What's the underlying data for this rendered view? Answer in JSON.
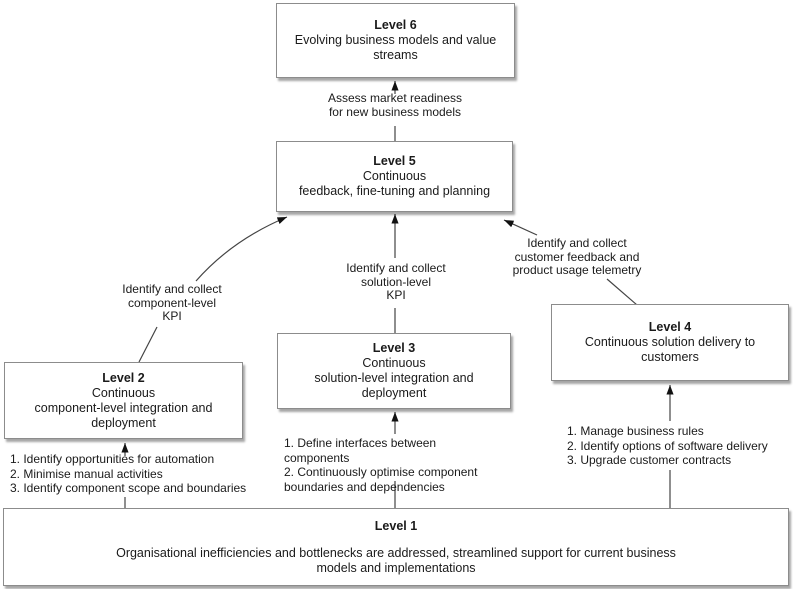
{
  "diagram": {
    "boxes": {
      "level6": {
        "title": "Level 6",
        "body": "Evolving business models and value streams"
      },
      "level5": {
        "title": "Level 5",
        "lines": [
          "Continuous",
          "feedback, fine-tuning and planning"
        ]
      },
      "level2": {
        "title": "Level 2",
        "lines": [
          "Continuous",
          "component-level integration and deployment"
        ]
      },
      "level3": {
        "title": "Level 3",
        "lines": [
          "Continuous",
          "solution-level integration and deployment"
        ]
      },
      "level4": {
        "title": "Level 4",
        "body": "Continuous solution delivery to customers"
      },
      "level1": {
        "title": "Level 1",
        "body": "Organisational inefficiencies and bottlenecks are addressed, streamlined support for current business models and implementations"
      }
    },
    "arrow_labels": {
      "market_readiness": {
        "lines": [
          "Assess market readiness",
          "for new business models"
        ]
      },
      "component_kpi": {
        "lines": [
          "Identify and collect",
          "component-level",
          "KPI"
        ]
      },
      "solution_kpi": {
        "lines": [
          "Identify and collect",
          "solution-level",
          "KPI"
        ]
      },
      "customer_feedback": {
        "lines": [
          "Identify and collect",
          "customer feedback and",
          "product usage telemetry"
        ]
      }
    },
    "activity_lists": {
      "level2": [
        "1. Identify opportunities for automation",
        "2. Minimise manual activities",
        "3. Identify component scope and boundaries"
      ],
      "level3": [
        "1. Define interfaces between components",
        "2. Continuously optimise component boundaries and dependencies"
      ],
      "level4": [
        "1. Manage business rules",
        "2. Identify options of software delivery",
        "3. Upgrade customer contracts"
      ]
    },
    "colors": {
      "box_border": "#8c8c8c",
      "box_fill": "#ffffff",
      "arrow": "#444444",
      "text": "#1a1a1a"
    }
  }
}
